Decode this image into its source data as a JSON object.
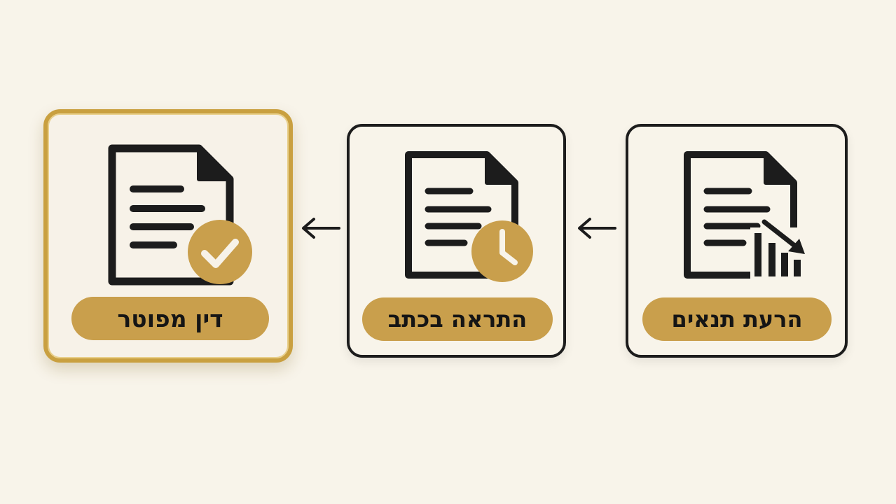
{
  "colors": {
    "background": "#f8f4ea",
    "ink": "#1c1c1c",
    "gold": "#c99f4c",
    "gold_border": "#c9a040"
  },
  "steps": [
    {
      "label": "הרעת תנאים",
      "icon": "document-declining-chart-icon"
    },
    {
      "label": "התראה בכתב",
      "icon": "document-clock-icon"
    },
    {
      "label": "דין מפוטר",
      "icon": "document-checkmark-icon"
    }
  ],
  "connectors": [
    {
      "icon": "arrow-left-icon"
    },
    {
      "icon": "arrow-left-icon"
    }
  ]
}
